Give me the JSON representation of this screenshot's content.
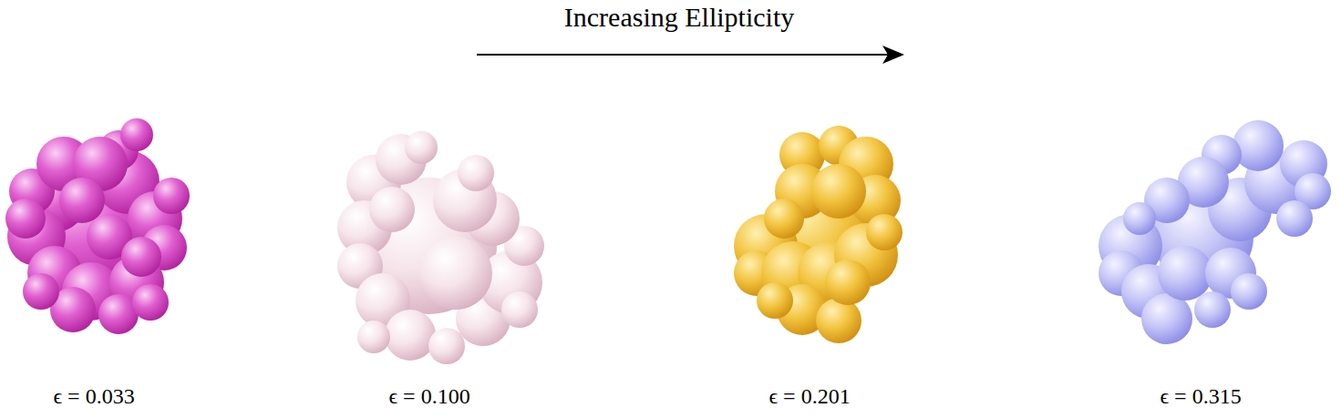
{
  "diagram": {
    "labels": [
      "Increasing Ellipticity",
      "ϵ = 0.033",
      "ϵ = 0.100",
      "ϵ = 0.201",
      "ϵ = 0.315"
    ]
  }
}
